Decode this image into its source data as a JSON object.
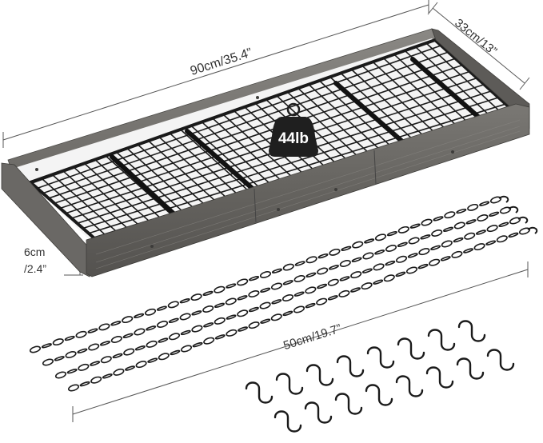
{
  "product": {
    "name": "Hanging pot rack with grid, chains and S-hooks",
    "wood_color": "#6e6c69",
    "metal_color": "#1c1c1c"
  },
  "dimensions": {
    "length": "90cm/35.4”",
    "depth": "33cm/13”",
    "height_cm": "6cm",
    "height_in": "/2.4”",
    "chain_length": "50cm/19.7”"
  },
  "load_badge": {
    "label": "44lb",
    "icon": "weight-icon",
    "color": "#1f1f1f"
  },
  "accessories": {
    "chain_count": 4,
    "hook_count": 16
  }
}
